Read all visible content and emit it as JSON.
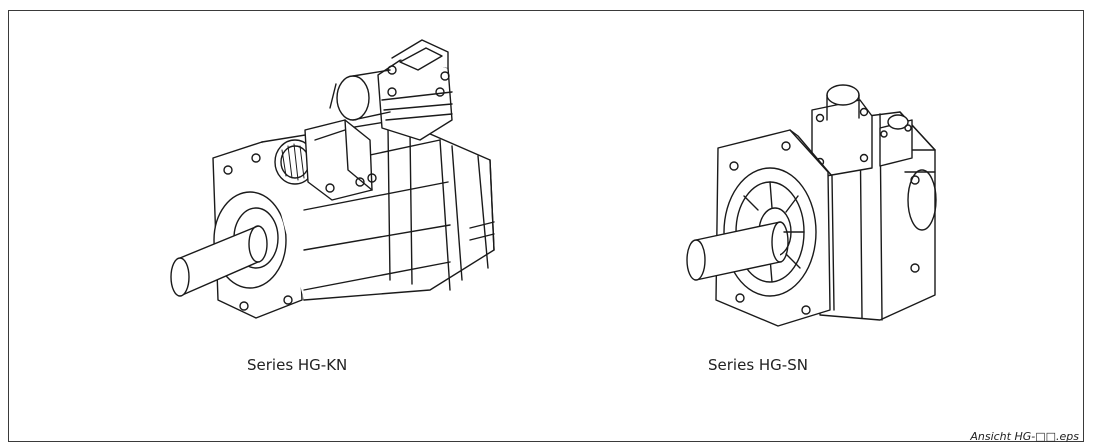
{
  "figure": {
    "captions": {
      "left": "Series HG-KN",
      "right": "Series HG-SN"
    },
    "filename": "Ansicht HG-□□.eps",
    "line_color": "#1a1a1a"
  }
}
